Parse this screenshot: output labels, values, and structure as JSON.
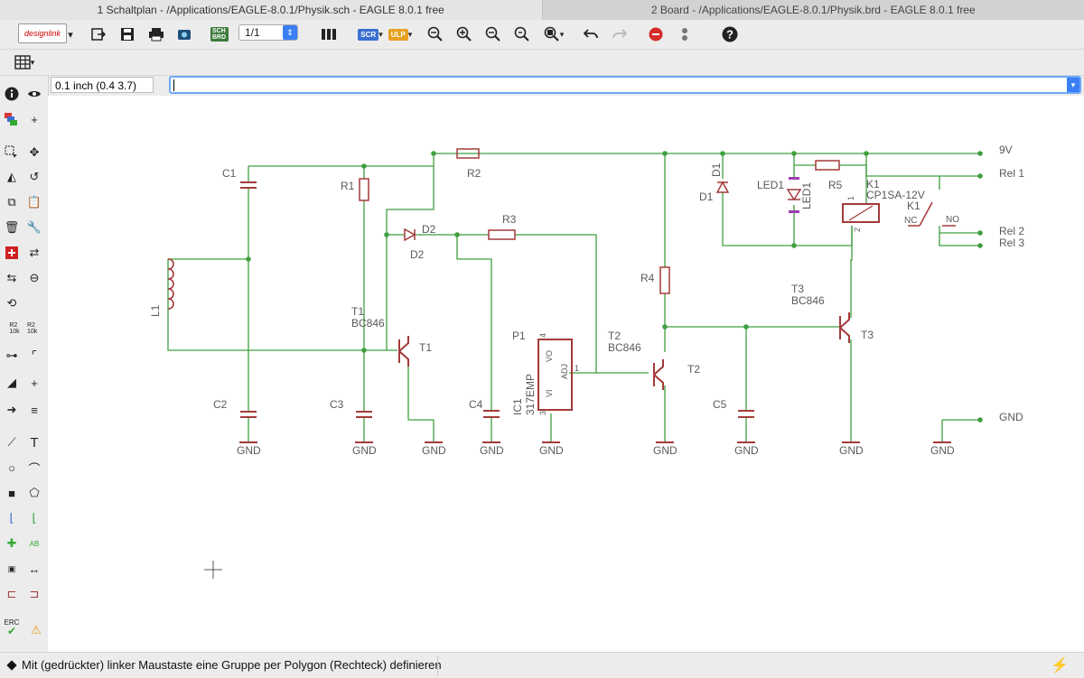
{
  "tabs": [
    {
      "label": "1 Schaltplan - /Applications/EAGLE-8.0.1/Physik.sch - EAGLE 8.0.1 free"
    },
    {
      "label": "2 Board - /Applications/EAGLE-8.0.1/Physik.brd - EAGLE 8.0.1 free"
    }
  ],
  "toolbar": {
    "logo_line1": "design",
    "logo_line2": "link",
    "sch_brd": "SCH BRD",
    "page_value": "1/1",
    "scr_label": "SCR",
    "ulp_label": "ULP"
  },
  "command": {
    "grid_readout": "0.1 inch (0.4 3.7)",
    "input_value": ""
  },
  "sidebar": {
    "tool_r2_label": "R2 10k",
    "erc_label": "ERC",
    "text_tool_label": "T"
  },
  "schematic": {
    "labels": {
      "C1": "C1",
      "C2": "C2",
      "C3": "C3",
      "C4": "C4",
      "C5": "C5",
      "R1": "R1",
      "R2": "R2",
      "R3": "R3",
      "R4": "R4",
      "R5": "R5",
      "L1": "L1",
      "D1": "D1",
      "D1b": "D1",
      "D2": "D2",
      "D2b": "D2",
      "T1": "T1",
      "T1b": "T1",
      "T1_val": "BC846",
      "T2": "T2",
      "T2b": "T2",
      "T2_val": "BC846",
      "T3": "T3",
      "T3b": "T3",
      "T3_val": "BC846",
      "P1": "P1",
      "IC1": "IC1",
      "IC1_val": "317EMP",
      "IC_VO": "VO",
      "IC_VI": "VI",
      "IC_ADJ": "ADJ",
      "IC_p1": "1",
      "IC_p3": "3",
      "IC_p4": "4",
      "LED1": "LED1",
      "LED1b": "LED1",
      "K1": "K1",
      "K1_val": "CP1SA-12V",
      "K1b": "K1",
      "NC": "NC",
      "NO": "NO",
      "K_p1": "1",
      "K_p2": "2",
      "V9": "9V",
      "Rel1": "Rel 1",
      "Rel2": "Rel 2",
      "Rel3": "Rel 3",
      "GNDnet": "GND",
      "gnd": "GND"
    }
  },
  "status": {
    "message": "Mit (gedrückter) linker Maustaste eine Gruppe per Polygon (Rechteck) definieren"
  },
  "colors": {
    "wire": "#3f9f3f",
    "symbol": "#a43a3a",
    "label": "#5a5a5a",
    "junction": "#3f9f3f",
    "accent": "#3a7ff6"
  }
}
